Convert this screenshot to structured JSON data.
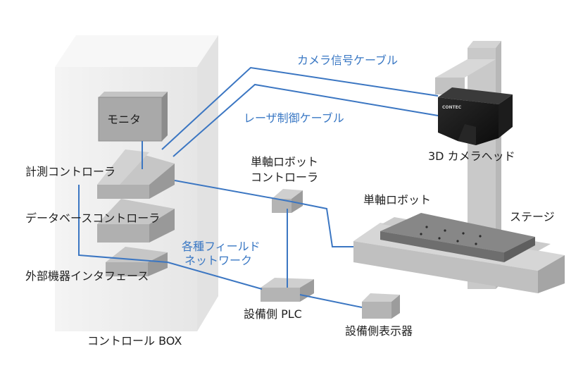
{
  "labels": {
    "monitor": "モニタ",
    "measurement_controller": "計測コントローラ",
    "database_controller": "データベースコントローラ",
    "external_interface": "外部機器インタフェース",
    "control_box": "コントロール BOX",
    "camera_cable": "カメラ信号ケーブル",
    "laser_cable": "レーザ制御ケーブル",
    "camera_head": "3D カメラヘッド",
    "robot_controller_line1": "単軸ロボット",
    "robot_controller_line2": "コントローラ",
    "single_axis_robot": "単軸ロボット",
    "stage": "ステージ",
    "field_network_line1": "各種フィールド",
    "field_network_line2": "ネットワーク",
    "equipment_plc": "設備側 PLC",
    "equipment_display": "設備側表示器"
  },
  "camera_brand": "CONTEC",
  "colors": {
    "cable": "#3b76c2",
    "accent_text": "#3a78c4",
    "device_gray": "#b9b9b9",
    "camera_black": "#141414"
  }
}
